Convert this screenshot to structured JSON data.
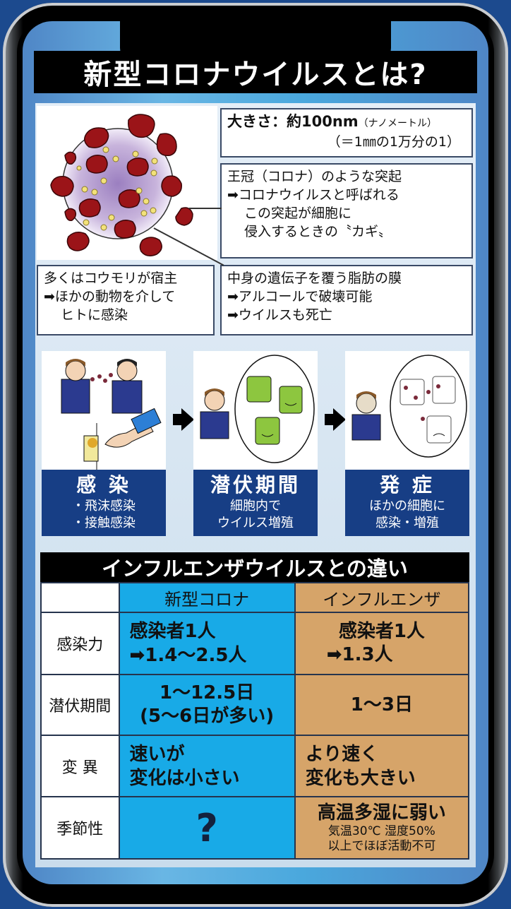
{
  "title": "新型コロナウイルスとは?",
  "info_boxes": {
    "size": {
      "label": "大きさ：約100nm",
      "unit_reading": "（ナノメートル）",
      "line2": "（＝1㎜の1万分の1）"
    },
    "crown": {
      "line1": "王冠（コロナ）のような突起",
      "line2": "➡コロナウイルスと呼ばれる",
      "line3": "この突起が細胞に",
      "line4": "侵入するときの〝カギ〟"
    },
    "bat": {
      "line1": "多くはコウモリが宿主",
      "line2": "➡ほかの動物を介して",
      "line3": "ヒトに感染"
    },
    "membrane": {
      "line1": "中身の遺伝子を覆う脂肪の膜",
      "line2": "➡アルコールで破壊可能",
      "line3": "➡ウイルスも死亡"
    }
  },
  "stages": [
    {
      "head": "感 染",
      "sub1": "・飛沫感染",
      "sub2": "・接触感染"
    },
    {
      "head": "潜伏期間",
      "sub1": "細胞内で",
      "sub2": "ウイルス増殖"
    },
    {
      "head": "発 症",
      "sub1": "ほかの細胞に",
      "sub2": "感染・増殖"
    }
  ],
  "comparison": {
    "title": "インフルエンザウイルスとの違い",
    "columns": [
      "",
      "新型コロナ",
      "インフルエンザ"
    ],
    "rows": [
      {
        "label": "感染力",
        "corona": [
          "感染者1人",
          "➡1.4〜2.5人"
        ],
        "flu": [
          "感染者1人",
          "➡1.3人"
        ]
      },
      {
        "label": "潜伏期間",
        "corona": [
          "1〜12.5日",
          "(5〜6日が多い)"
        ],
        "flu": [
          "1〜3日"
        ]
      },
      {
        "label": "変 異",
        "corona": [
          "速いが",
          "変化は小さい"
        ],
        "flu": [
          "より速く",
          "変化も大きい"
        ]
      },
      {
        "label": "季節性",
        "corona": [
          "?"
        ],
        "flu": [
          "高温多湿に弱い",
          "気温30℃ 湿度50%",
          "以上でほぼ活動不可"
        ]
      }
    ]
  },
  "colors": {
    "corona_column": "#18aae7",
    "flu_column": "#d6a469",
    "stage_label_bg": "#173e85",
    "background": "#1c4a8e"
  }
}
